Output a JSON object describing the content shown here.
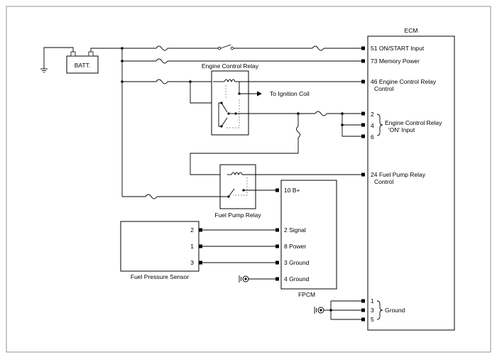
{
  "diagram": {
    "battery": "BATT.",
    "ecm": {
      "title": "ECM",
      "pins": {
        "p51": "51 ON/START Input",
        "p73": "73 Memory Power",
        "p46_a": "46 Engine Control Relay",
        "p46_b": "Control",
        "p2": "2",
        "p4": "4",
        "p6": "6",
        "p24_a": "24 Fuel Pump Relay",
        "p24_b": "Control",
        "g1": "1",
        "g3": "3",
        "g5": "5"
      },
      "on_input_a": "Engine Control Relay",
      "on_input_b": "'ON' Input",
      "ground": "Ground"
    },
    "engine_relay": {
      "title": "Engine Control Relay",
      "to_ignition": "To Ignition Coil"
    },
    "fuel_pump_relay": {
      "title": "Fuel Pump Relay"
    },
    "fpcm": {
      "title": "FPCM",
      "pins": {
        "p10": "10 B+",
        "p2": "2 Signal",
        "p8": "8 Power",
        "p3": "3 Ground",
        "p4": "4 Ground"
      }
    },
    "sensor": {
      "title": "Fuel Pressure Sensor",
      "pins": {
        "a": "2",
        "b": "1",
        "c": "3"
      }
    }
  }
}
